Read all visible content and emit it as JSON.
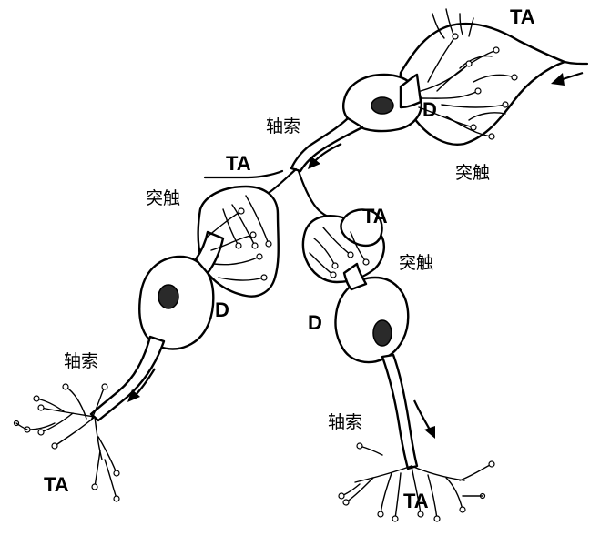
{
  "labels": {
    "ta": "TA",
    "d": "D",
    "axon": "轴索",
    "synapse": "突触"
  },
  "colors": {
    "ink": "#000000",
    "paper": "#ffffff"
  }
}
